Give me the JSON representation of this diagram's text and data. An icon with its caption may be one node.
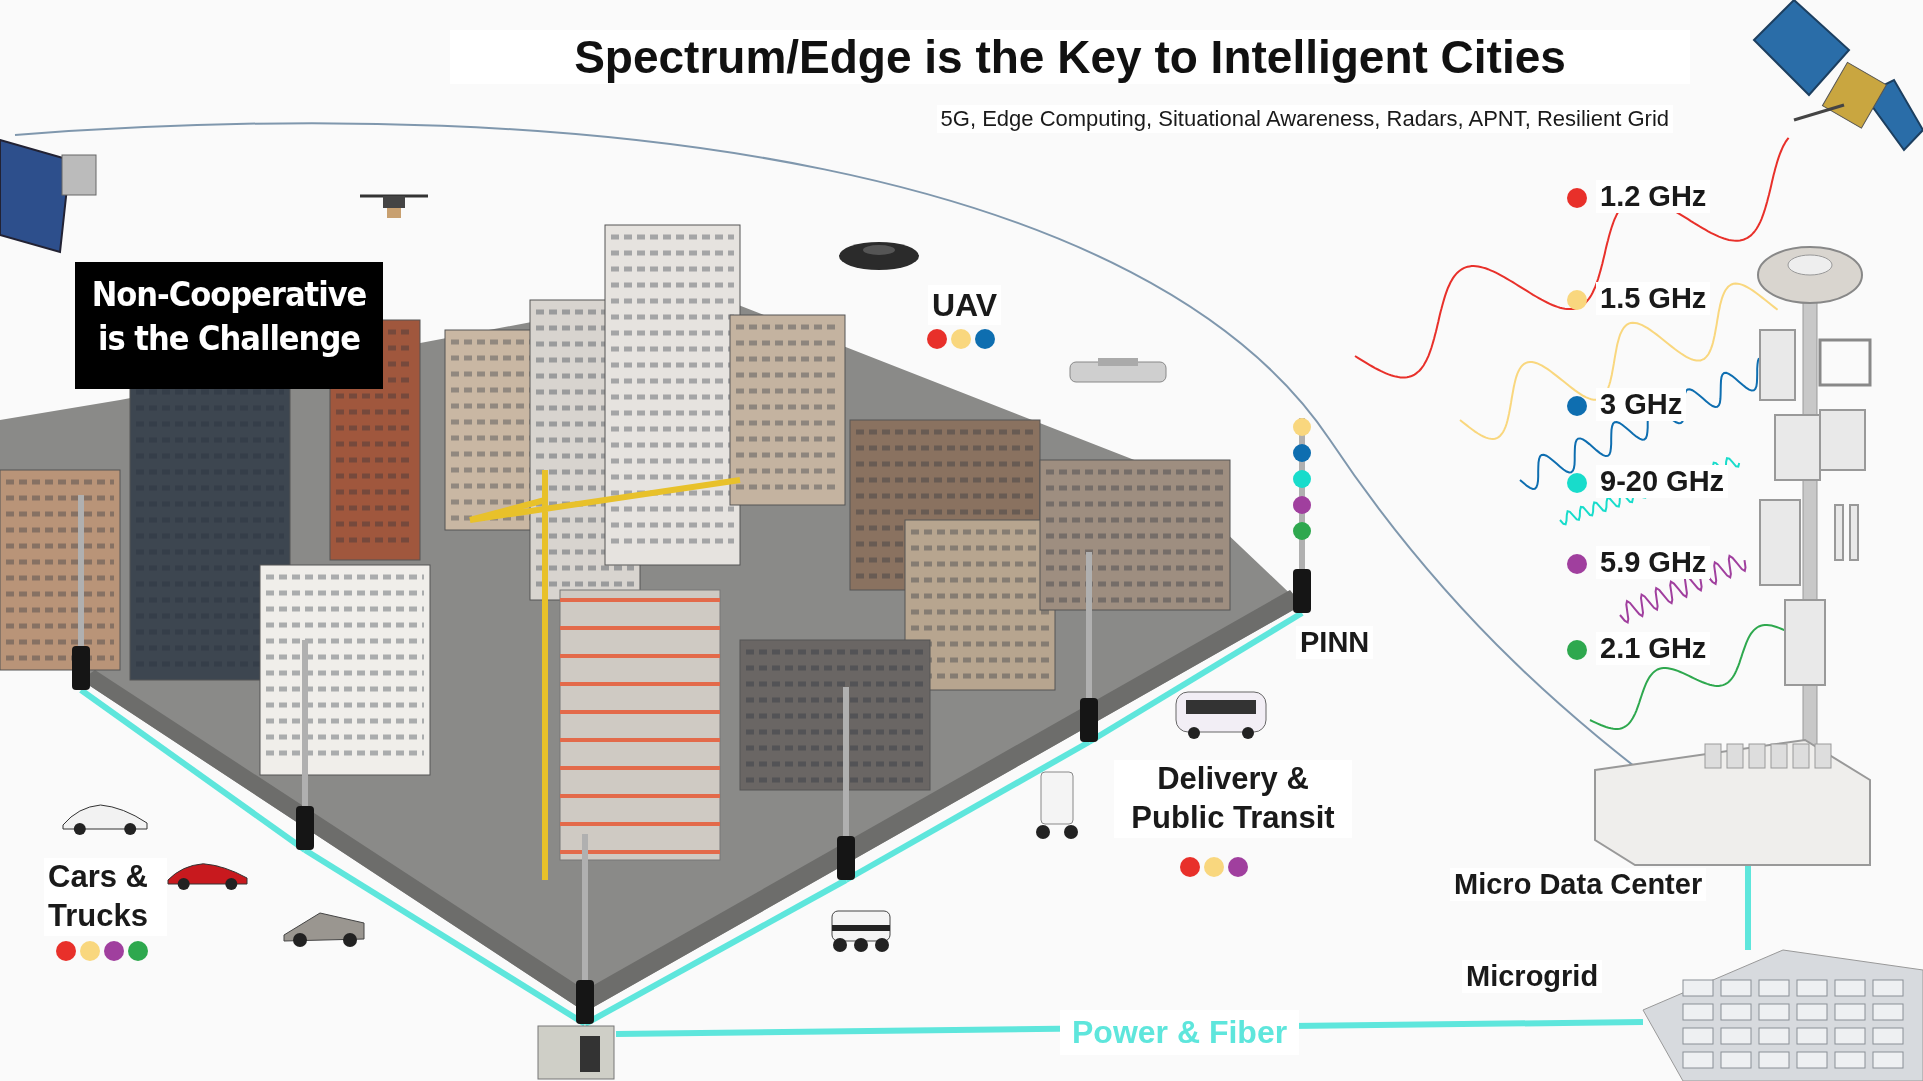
{
  "diagram": {
    "title": "Spectrum/Edge is the Key to Intelligent Cities",
    "nodes": [
      {
        "text": [
          "Non-Cooperative is the Challenge"
        ]
      },
      {
        "text": [],
        "shape": "bar"
      },
      {
        "text": [],
        "shape": "bar"
      },
      {
        "text": [],
        "shape": "bar"
      },
      {
        "text": [],
        "shape": "bar"
      },
      {
        "text": [],
        "shape": "bar"
      },
      {
        "text": [],
        "shape": "bar",
        "beside": [
          "PINN"
        ]
      },
      {
        "text": [],
        "shape": "picture"
      },
      {
        "text": [],
        "shape": "picture",
        "beside": [
          "Micro Data Center"
        ]
      },
      {
        "text": [],
        "shape": "picture",
        "beside": [
          "Microgrid"
        ]
      }
    ],
    "edges": [
      {
        "from": 1,
        "to": 2,
        "arrow": "none"
      },
      {
        "from": 2,
        "to": 3,
        "arrow": "none"
      },
      {
        "from": 3,
        "to": 4,
        "arrow": "none"
      },
      {
        "from": 4,
        "to": 5,
        "arrow": "none"
      },
      {
        "from": 5,
        "to": 6,
        "arrow": "none"
      },
      {
        "from": 7,
        "to": 9,
        "arrow": "none",
        "label": "Power & Fiber"
      },
      {
        "from": 8,
        "to": 9,
        "arrow": "none"
      }
    ],
    "labels": [
      "5G, Edge Computing, Situational Awareness, Radars, APNT,  Resilient Grid",
      "UAV",
      "Cars & Trucks",
      "Delivery & Public Transit"
    ],
    "legend": [
      {
        "text": "1.2 GHz",
        "color": "#e8302a"
      },
      {
        "text": "1.5 GHz",
        "color": "#f9d77e"
      },
      {
        "text": "3 GHz",
        "color": "#0e6eb0"
      },
      {
        "text": "9-20 GHz",
        "color": "#18dccb"
      },
      {
        "text": "5.9 GHz",
        "color": "#a03f9e"
      },
      {
        "text": "2.1 GHz",
        "color": "#2ea84e"
      }
    ]
  }
}
